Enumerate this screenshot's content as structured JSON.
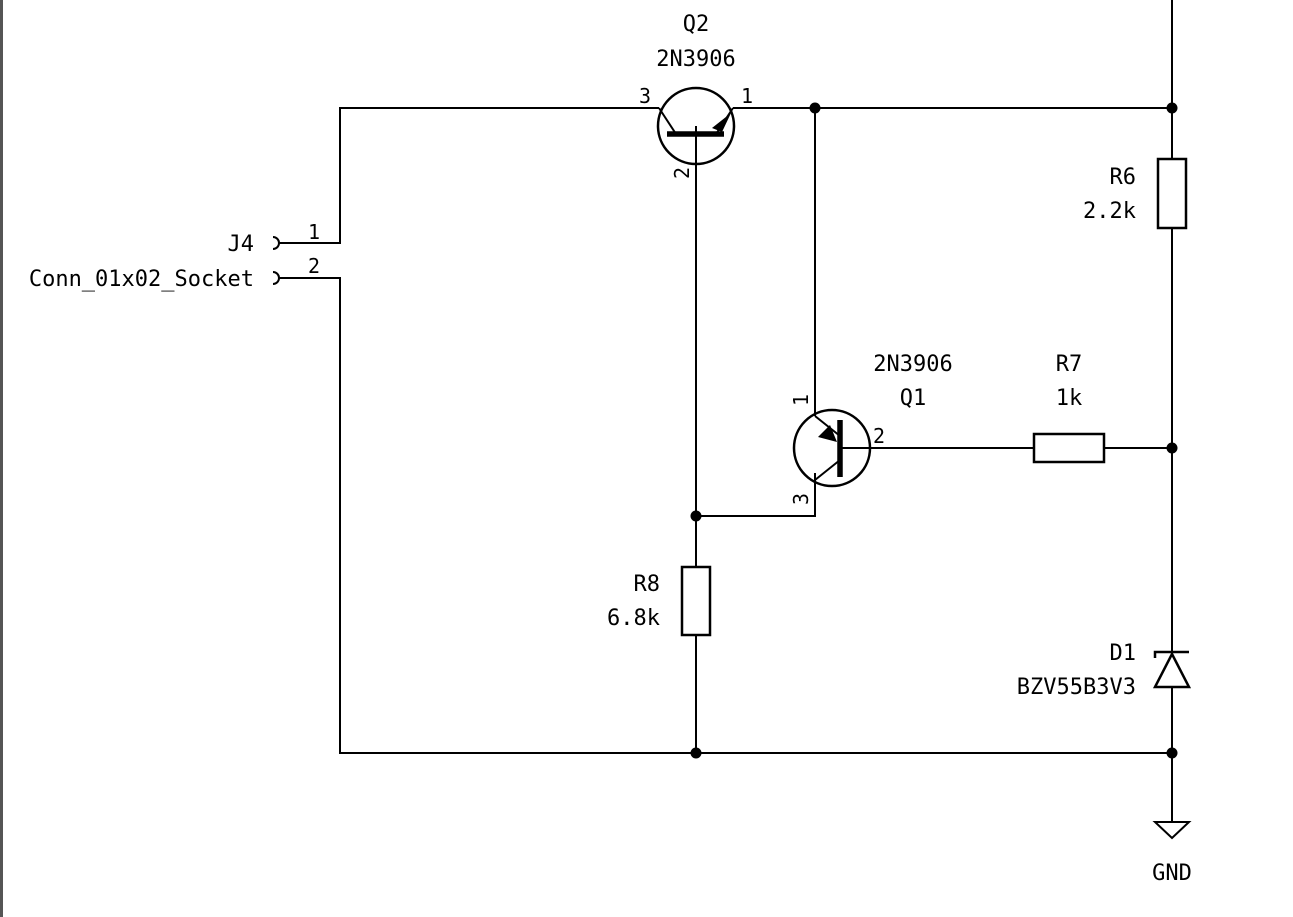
{
  "colors": {
    "background": "#ffffff",
    "ink": "#000000",
    "border": "#555555"
  },
  "components": {
    "q2": {
      "ref": "Q2",
      "value": "2N3906",
      "pins": {
        "p1": "1",
        "p2": "2",
        "p3": "3"
      }
    },
    "q1": {
      "ref": "Q1",
      "value": "2N3906",
      "pins": {
        "p1": "1",
        "p2": "2",
        "p3": "3"
      }
    },
    "r6": {
      "ref": "R6",
      "value": "2.2k"
    },
    "r7": {
      "ref": "R7",
      "value": "1k"
    },
    "r8": {
      "ref": "R8",
      "value": "6.8k"
    },
    "d1": {
      "ref": "D1",
      "value": "BZV55B3V3"
    },
    "j4": {
      "ref": "J4",
      "value": "Conn_01x02_Socket",
      "pins": {
        "p1": "1",
        "p2": "2"
      }
    },
    "gnd": {
      "label": "GND"
    }
  }
}
